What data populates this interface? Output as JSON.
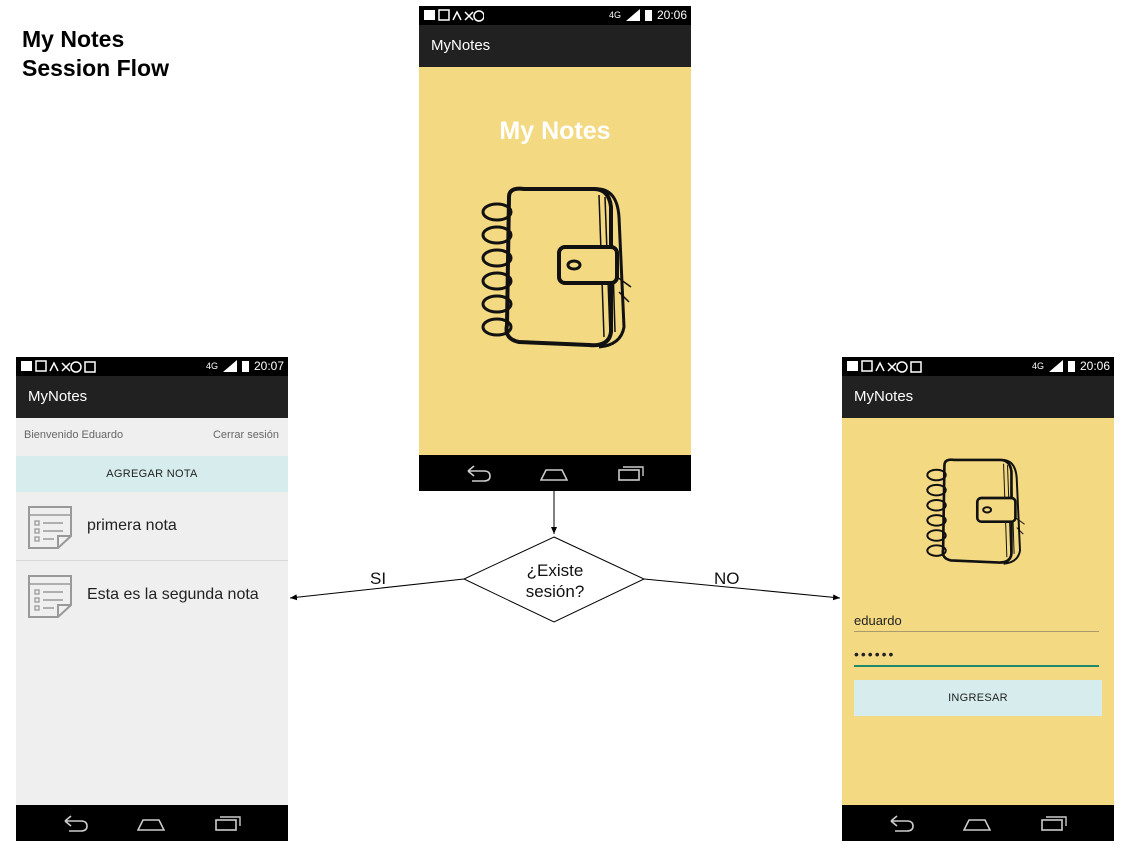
{
  "heading": {
    "line1": "My Notes",
    "line2": "Session Flow"
  },
  "splash": {
    "status_time": "20:06",
    "network": "4G",
    "app_title": "MyNotes",
    "screen_title": "My Notes"
  },
  "home": {
    "status_time": "20:07",
    "network": "4G",
    "app_title": "MyNotes",
    "welcome": "Bienvenido Eduardo",
    "logout": "Cerrar sesión",
    "add_note": "AGREGAR NOTA",
    "notes": [
      {
        "text": "primera nota"
      },
      {
        "text": "Esta es la segunda nota"
      }
    ]
  },
  "login": {
    "status_time": "20:06",
    "network": "4G",
    "app_title": "MyNotes",
    "username": "eduardo",
    "password": "••••••",
    "submit": "INGRESAR"
  },
  "flow": {
    "decision_line1": "¿Existe",
    "decision_line2": "sesión?",
    "yes_label": "SI",
    "no_label": "NO"
  },
  "colors": {
    "accent_yellow": "#f4d983",
    "button_bg": "#d7ecec",
    "app_bar": "#212121",
    "status_bar": "#000000",
    "password_underline": "#1e8a6a"
  }
}
